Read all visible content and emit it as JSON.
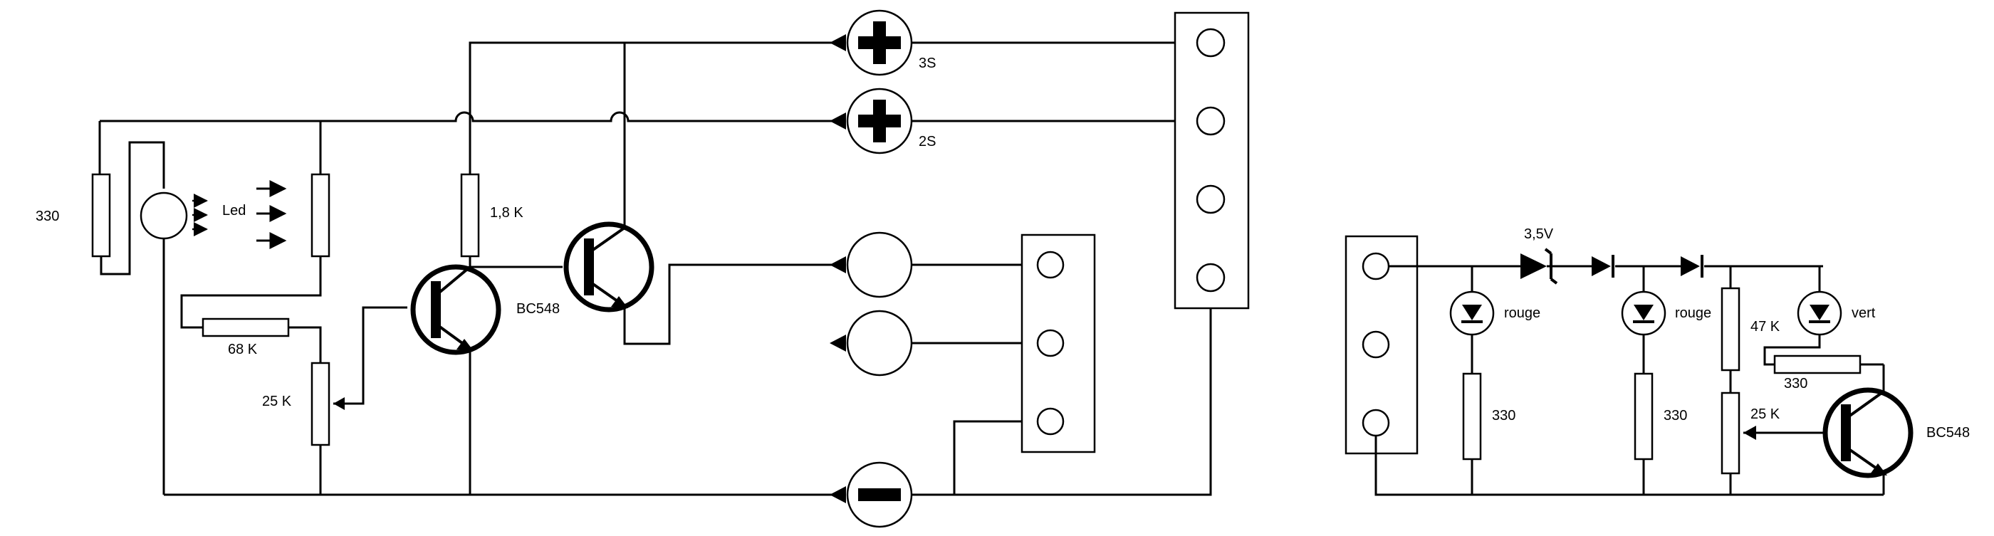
{
  "left_circuit": {
    "resistor_330": "330",
    "led_label": "Led",
    "resistor_68k": "68 K",
    "pot_25k": "25 K",
    "resistor_1_8k": "1,8 K",
    "transistor_label": "BC548",
    "output_3s": "3S",
    "output_2s": "2S"
  },
  "right_circuit": {
    "zener_label": "3,5V",
    "led_rouge_1": "rouge",
    "led_rouge_2": "rouge",
    "led_vert": "vert",
    "resistor_47k": "47 K",
    "resistor_330_base": "330",
    "pot_25k": "25 K",
    "resistor_330_a": "330",
    "resistor_330_b": "330",
    "transistor_label": "BC548"
  }
}
